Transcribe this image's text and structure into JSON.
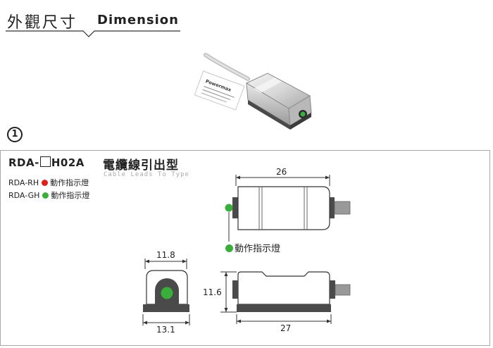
{
  "header": {
    "title_cjk": "外觀尺寸",
    "title_en": "Dimension"
  },
  "section": {
    "number": "1"
  },
  "product": {
    "model_prefix": "RDA-",
    "model_suffix": "H02A",
    "type_cjk": "電纜線引出型",
    "type_en": "Cable Leads To Type"
  },
  "variants": [
    {
      "code": "RDA-RH",
      "led_color": "#e0201c",
      "label": "動作指示燈"
    },
    {
      "code": "RDA-GH",
      "led_color": "#3aae3a",
      "label": "動作指示燈"
    }
  ],
  "led_note": {
    "label": "動作指示燈",
    "color": "#3aae3a"
  },
  "dimensions": {
    "top_length": "26",
    "front_width_top": "11.8",
    "front_width_bottom": "13.1",
    "side_height": "11.6",
    "side_length": "27"
  },
  "photo_label_text": "Powermax"
}
